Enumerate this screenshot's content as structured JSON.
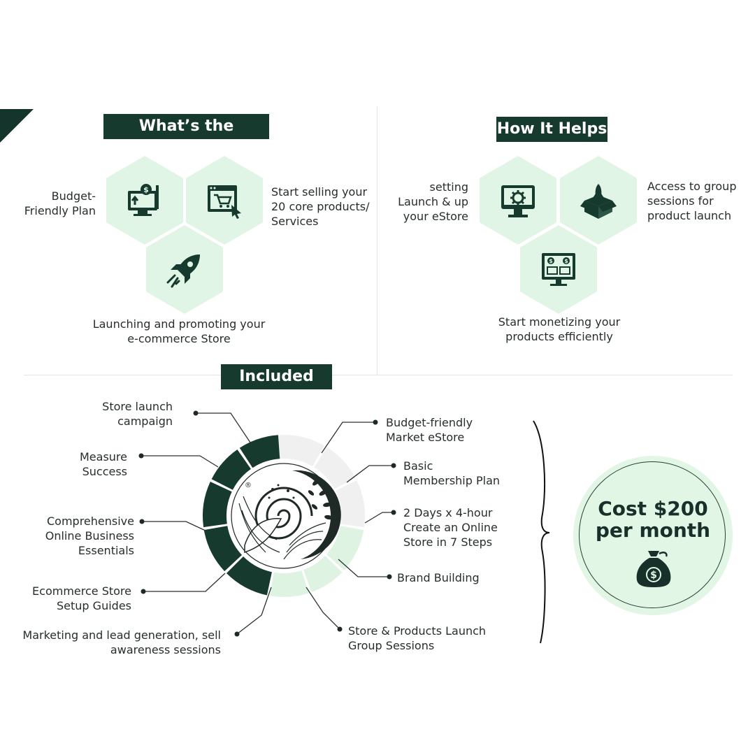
{
  "benefit": {
    "heading": "What’s the Benefit?",
    "items": [
      {
        "label": "Budget-\nFriendly Plan",
        "icon": "budget-computer-icon"
      },
      {
        "label": "Start selling your\n20 core products/\nServices",
        "icon": "shopping-cart-window-icon"
      },
      {
        "label": "Launching and promoting your\ne-commerce Store",
        "icon": "rocket-icon"
      }
    ]
  },
  "helps": {
    "heading": "How It Helps",
    "items": [
      {
        "label": "setting\nLaunch &  up\nyour eStore",
        "icon": "monitor-gear-icon"
      },
      {
        "label": "Access to group\nsessions for\nproduct launch",
        "icon": "rocket-box-icon"
      },
      {
        "label": "Start monetizing your\nproducts efficiently",
        "icon": "monetize-screen-icon"
      }
    ]
  },
  "included": {
    "heading": "Included",
    "left_items": [
      "Store launch\ncampaign",
      "Measure\nSuccess",
      "Comprehensive\nOnline Business\nEssentials",
      "Ecommerce Store\nSetup Guides",
      "Marketing and lead generation, sell\nawareness sessions"
    ],
    "right_items": [
      "Budget-friendly\nMarket eStore",
      "Basic\nMembership Plan",
      "2 Days x 4-hour\nCreate an Online\nStore in 7 Steps",
      "Brand Building",
      "Store & Products Launch\nGroup Sessions"
    ],
    "logo_mark": "®"
  },
  "cost": {
    "label": "Cost $200\nper month",
    "icon": "money-bag-icon"
  },
  "colors": {
    "dark_green": "#173a2e",
    "light_green": "#e1f5e6",
    "grey_segment": "#f0f0f0",
    "pale_green_segment": "#dff3e3"
  }
}
